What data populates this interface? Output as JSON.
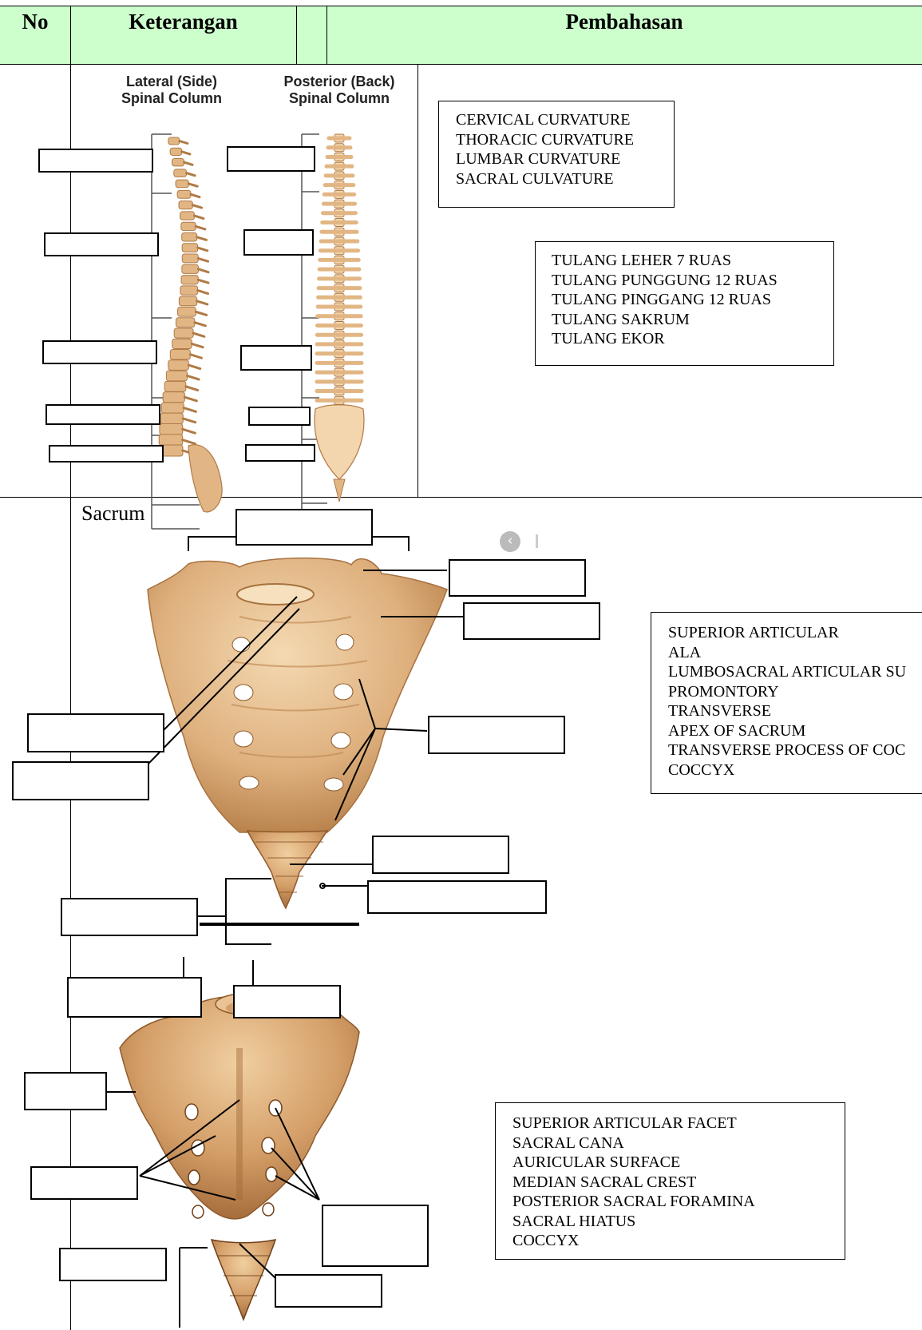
{
  "table": {
    "headers": {
      "no": "No",
      "keterangan": "Keterangan",
      "pembahasan": "Pembahasan"
    },
    "header_bg": "#ccffcc"
  },
  "row1": {
    "figure_titles": {
      "lateral": [
        "Lateral (Side)",
        "Spinal Column"
      ],
      "posterior": [
        "Posterior (Back)",
        "Spinal Column"
      ]
    },
    "word_bank_curvatures": [
      "CERVICAL CURVATURE",
      "THORACIC CURVATURE",
      "LUMBAR CURVATURE",
      "SACRAL CULVATURE"
    ],
    "word_bank_bones": [
      "TULANG LEHER 7 RUAS",
      "TULANG PUNGGUNG 12 RUAS",
      "TULANG PINGGANG 12 RUAS",
      "TULANG SAKRUM",
      "TULANG EKOR"
    ]
  },
  "row2": {
    "section_title": "Sacrum",
    "word_bank_anterior": [
      "SUPERIOR ARTICULAR",
      "ALA",
      "LUMBOSACRAL ARTICULAR SU",
      "PROMONTORY",
      "TRANSVERSE",
      "APEX OF SACRUM",
      "TRANSVERSE PROCESS OF COC",
      "COCCYX"
    ],
    "word_bank_posterior": [
      "SUPERIOR ARTICULAR FACET",
      "SACRAL CANA",
      "AURICULAR SURFACE",
      "MEDIAN SACRAL CREST",
      "POSTERIOR SACRAL FORAMINA",
      "SACRAL HIATUS",
      "COCCYX"
    ]
  },
  "colors": {
    "bone": "#e2b684",
    "bone_dark": "#b07a45",
    "bone_light": "#f3d6ad"
  }
}
